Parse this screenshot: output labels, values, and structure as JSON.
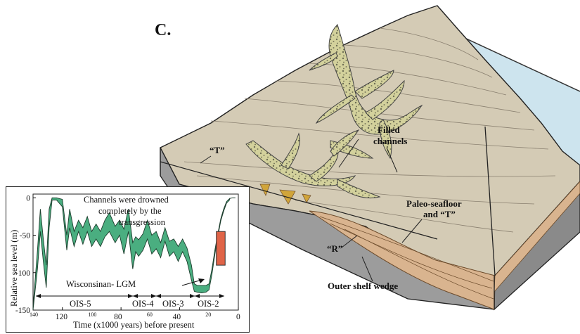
{
  "figure": {
    "panel_letter": "C.",
    "labels": {
      "filled_channels_1": "Filled",
      "filled_channels_2": "channels",
      "t_reflector": "“T”",
      "paleo_seafloor_1": "Paleo-seafloor",
      "paleo_seafloor_2": "and “T”",
      "r_reflector": "“R”",
      "outer_shelf_wedge": "Outer shelf wedge"
    },
    "colors": {
      "surface": "#d4cbb5",
      "block_side": "#9c9c9c",
      "block_front": "#b3b3b3",
      "sediment": "#d9b48f",
      "water": "#cde4ee",
      "channel_fill": "#d2d09a",
      "sea_level_fill": "#4aae80",
      "highlight_bar": "#e06448"
    }
  },
  "inset": {
    "annotation_1": "Channels were drowned",
    "annotation_2": "completely by the",
    "annotation_3": "transgression",
    "lgm_label": "Wisconsinan- LGM",
    "xlabel": "Time (x1000 years) before present",
    "ylabel": "Relative sea level (m)",
    "stages": [
      "OIS-5",
      "OIS-4",
      "OIS-3",
      "OIS-2"
    ],
    "major_ticks": [
      "120",
      "80",
      "40",
      "0"
    ],
    "minor_ticks": [
      "140",
      "100",
      "60",
      "20"
    ],
    "yticks": [
      "0",
      "-50",
      "-100",
      "-150"
    ]
  },
  "chart_data": {
    "type": "area",
    "xlabel": "Time (x1000 years) before present",
    "ylabel": "Relative sea level (m)",
    "xlim": [
      140,
      0
    ],
    "ylim": [
      -150,
      5
    ],
    "x": [
      140,
      137,
      135,
      133,
      131,
      129,
      127,
      124,
      120,
      117,
      115,
      112,
      109,
      106,
      103,
      100,
      97,
      94,
      91,
      88,
      84,
      81,
      78,
      75,
      72,
      70,
      68,
      65,
      62,
      59,
      56,
      53,
      50,
      47,
      44,
      41,
      38,
      35,
      32,
      30,
      28,
      25,
      22,
      20,
      18,
      16,
      14,
      12,
      10,
      8,
      6
    ],
    "series": [
      {
        "values_upper": [
          -145,
          -70,
          -15,
          -55,
          -90,
          -15,
          0,
          0,
          -2,
          -50,
          -15,
          -45,
          -30,
          -40,
          -25,
          -45,
          -35,
          -45,
          -30,
          -20,
          -38,
          -30,
          -42,
          -15,
          -60,
          -52,
          -56,
          -48,
          -30,
          -50,
          -45,
          -60,
          -40,
          -58,
          -55,
          -65,
          -55,
          -67,
          -90,
          -115,
          -117,
          -117,
          -117,
          -115,
          -95,
          -70,
          -48,
          -28,
          -15,
          -5,
          -1
        ],
        "values_lower": [
          -150,
          -95,
          -45,
          -85,
          -120,
          -40,
          -3,
          -3,
          -12,
          -70,
          -40,
          -65,
          -45,
          -62,
          -45,
          -65,
          -55,
          -65,
          -52,
          -45,
          -60,
          -50,
          -75,
          -45,
          -95,
          -72,
          -78,
          -70,
          -55,
          -75,
          -68,
          -80,
          -58,
          -78,
          -72,
          -85,
          -72,
          -85,
          -110,
          -125,
          -126,
          -127,
          -126,
          -123,
          -102,
          -76,
          -52,
          -31,
          -18,
          -7,
          -3
        ]
      }
    ],
    "highlight_box": {
      "x_range": [
        15,
        9
      ],
      "y_range": [
        -90,
        -45
      ]
    },
    "annotations": [
      "Channels were drowned completely by the transgression",
      "Wisconsinan- LGM"
    ]
  }
}
